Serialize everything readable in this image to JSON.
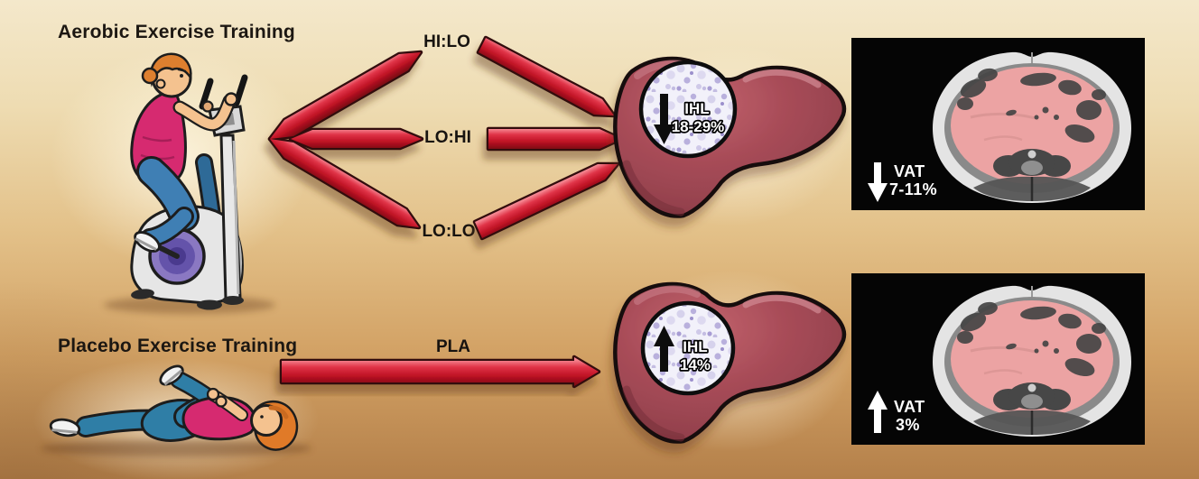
{
  "sections": {
    "aerobic": {
      "title": "Aerobic Exercise Training",
      "figure": "person-on-exercise-bike",
      "conditions": [
        "HI:LO",
        "LO:HI",
        "LO:LO"
      ],
      "liver_inset": {
        "icon": "down-arrow-icon",
        "direction": "decrease",
        "label": "IHL",
        "value": "18-29%"
      },
      "mri_overlay": {
        "icon": "down-arrow-icon",
        "direction": "decrease",
        "label": "VAT",
        "value": "7-11%"
      }
    },
    "placebo": {
      "title": "Placebo Exercise Training",
      "figure": "person-lying-stretching",
      "conditions": [
        "PLA"
      ],
      "liver_inset": {
        "icon": "up-arrow-icon",
        "direction": "increase",
        "label": "IHL",
        "value": "14%"
      },
      "mri_overlay": {
        "icon": "up-arrow-icon",
        "direction": "increase",
        "label": "VAT",
        "value": "3%"
      }
    }
  },
  "colors": {
    "arrow_red": "#d92a3c",
    "arrow_outline": "#33090d",
    "liver": "#a84c58",
    "histology_tint": "#f2f1fa",
    "mri_background": "#050505",
    "vat_highlight_pink": "#eca3a3",
    "label_text": "#171310",
    "overlay_text": "#ffffff",
    "background_top": "#f4e8cb",
    "background_bottom": "#b4804a"
  }
}
